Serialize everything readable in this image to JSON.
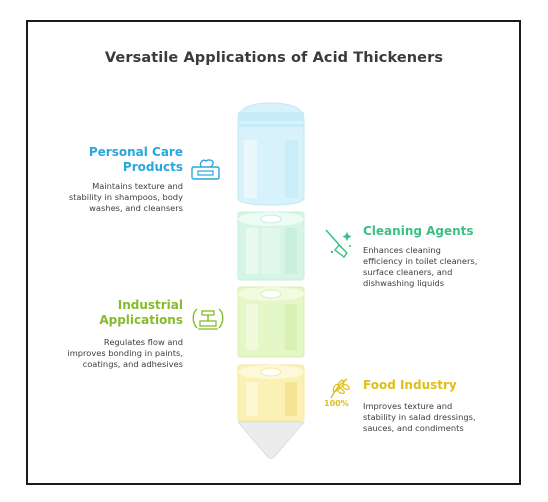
{
  "title": "Versatile Applications of Acid Thickeners",
  "sections": [
    {
      "heading_lines": [
        "Personal Care",
        "Products"
      ],
      "desc_lines": [
        "Maintains texture and",
        "stability in shampoos, body",
        "washes, and cleansers"
      ],
      "icon": "tissue-box-icon",
      "color": "#29a7dd",
      "side": "left"
    },
    {
      "heading_lines": [
        "Cleaning Agents"
      ],
      "desc_lines": [
        "Enhances cleaning",
        "efficiency in toilet cleaners,",
        "surface cleaners, and",
        "dishwashing liquids"
      ],
      "icon": "broom-icon",
      "color": "#3cbf84",
      "side": "right"
    },
    {
      "heading_lines": [
        "Industrial",
        "Applications"
      ],
      "desc_lines": [
        "Regulates flow and",
        "improves bonding in paints,",
        "coatings, and adhesives"
      ],
      "icon": "stamp-icon",
      "color": "#86bb2a",
      "side": "left"
    },
    {
      "heading_lines": [
        "Food Industry"
      ],
      "desc_lines": [
        "Improves texture and",
        "stability in salad dressings,",
        "sauces, and condiments"
      ],
      "icon": "wheat-icon",
      "icon_text": "100%",
      "color": "#dfbf16",
      "side": "right"
    }
  ]
}
